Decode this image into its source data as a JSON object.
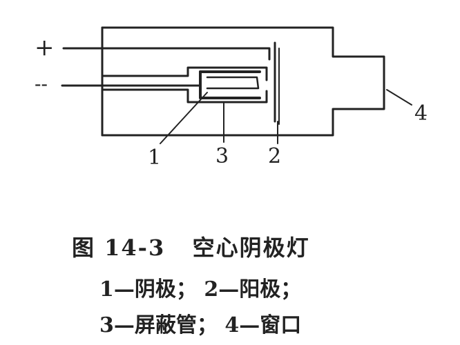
{
  "terminals": {
    "plus": "+",
    "minus": "--"
  },
  "callouts": {
    "n1": "1",
    "n2": "2",
    "n3": "3",
    "n4": "4"
  },
  "caption": {
    "title": "图 14-3   空心阴极灯",
    "line1": "1—阴极； 2—阳极；",
    "line2": "3—屏蔽管； 4—窗口"
  }
}
